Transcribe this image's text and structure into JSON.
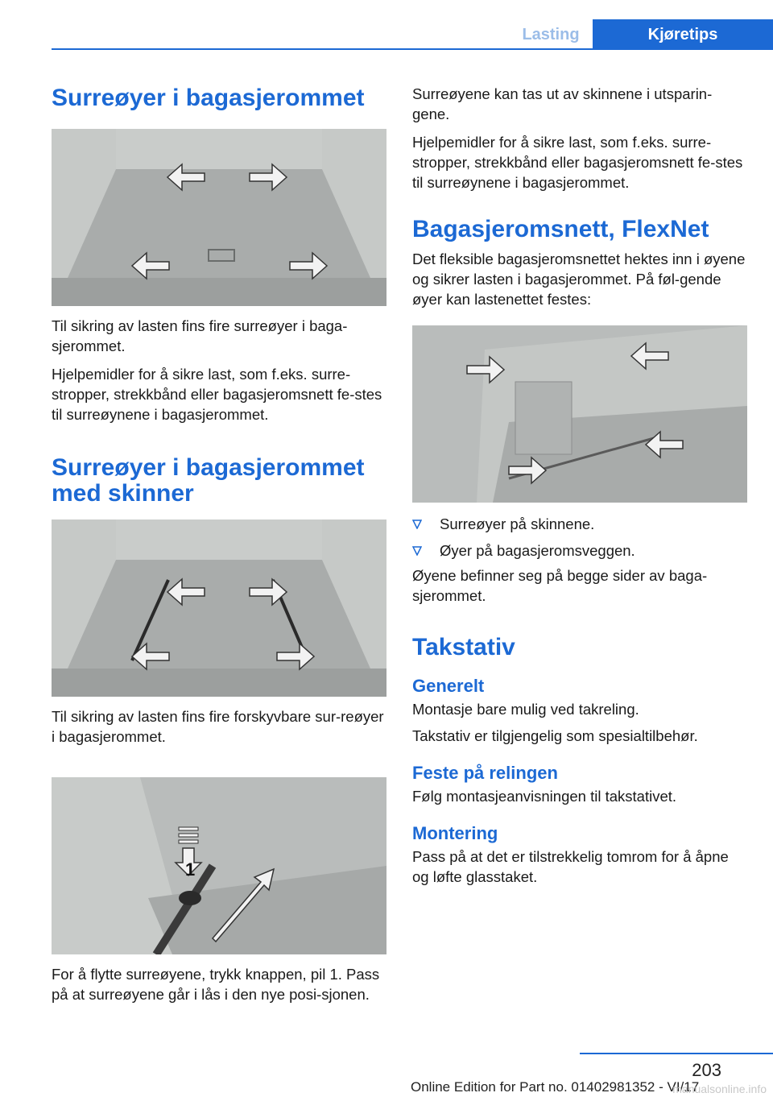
{
  "header": {
    "tab_lasting": "Lasting",
    "tab_kjoretips": "Kjøretips",
    "accent_color": "#1c69d4"
  },
  "left": {
    "heading1": "Surreøyer i bagasjerommet",
    "p1": "Til sikring av lasten fins fire surreøyer i baga-sjerommet.",
    "p2": "Hjelpemidler for å sikre last, som f.eks. surre-stropper, strekkbånd eller bagasjeromsnett fe-stes til surreøynene i bagasjerommet.",
    "heading2": "Surreøyer i bagasjerommet med skinner",
    "p3": "Til sikring av lasten fins fire forskyvbare sur-reøyer i bagasjerommet.",
    "callout_1": "1",
    "p4": "For å flytte surreøyene, trykk knappen, pil 1. Pass på at surreøyene går i lås i den nye posi-sjonen."
  },
  "right": {
    "p1": "Surreøyene kan tas ut av skinnene i utsparin-gene.",
    "p2": "Hjelpemidler for å sikre last, som f.eks. surre-stropper, strekkbånd eller bagasjeromsnett fe-stes til surreøynene i bagasjerommet.",
    "heading3": "Bagasjeromsnett, FlexNet",
    "p3": "Det fleksible bagasjeromsnettet hektes inn i øyene og sikrer lasten i bagasjerommet. På føl-gende øyer kan lastenettet festes:",
    "bullets": [
      "Surreøyer på skinnene.",
      "Øyer på bagasjeromsveggen."
    ],
    "p4": "Øyene befinner seg på begge sider av baga-sjerommet.",
    "heading4": "Takstativ",
    "sub1": "Generelt",
    "p5": "Montasje bare mulig ved takreling.",
    "p6": "Takstativ er tilgjengelig som spesialtilbehør.",
    "sub2": "Feste på relingen",
    "p7": "Følg montasjeanvisningen til takstativet.",
    "sub3": "Montering",
    "p8": "Pass på at det er tilstrekkelig tomrom for å åpne og løfte glasstaket."
  },
  "footer": {
    "page_number": "203",
    "edition": "Online Edition for Part no. 01402981352 - VI/17",
    "watermark": "manualsonline.info"
  }
}
